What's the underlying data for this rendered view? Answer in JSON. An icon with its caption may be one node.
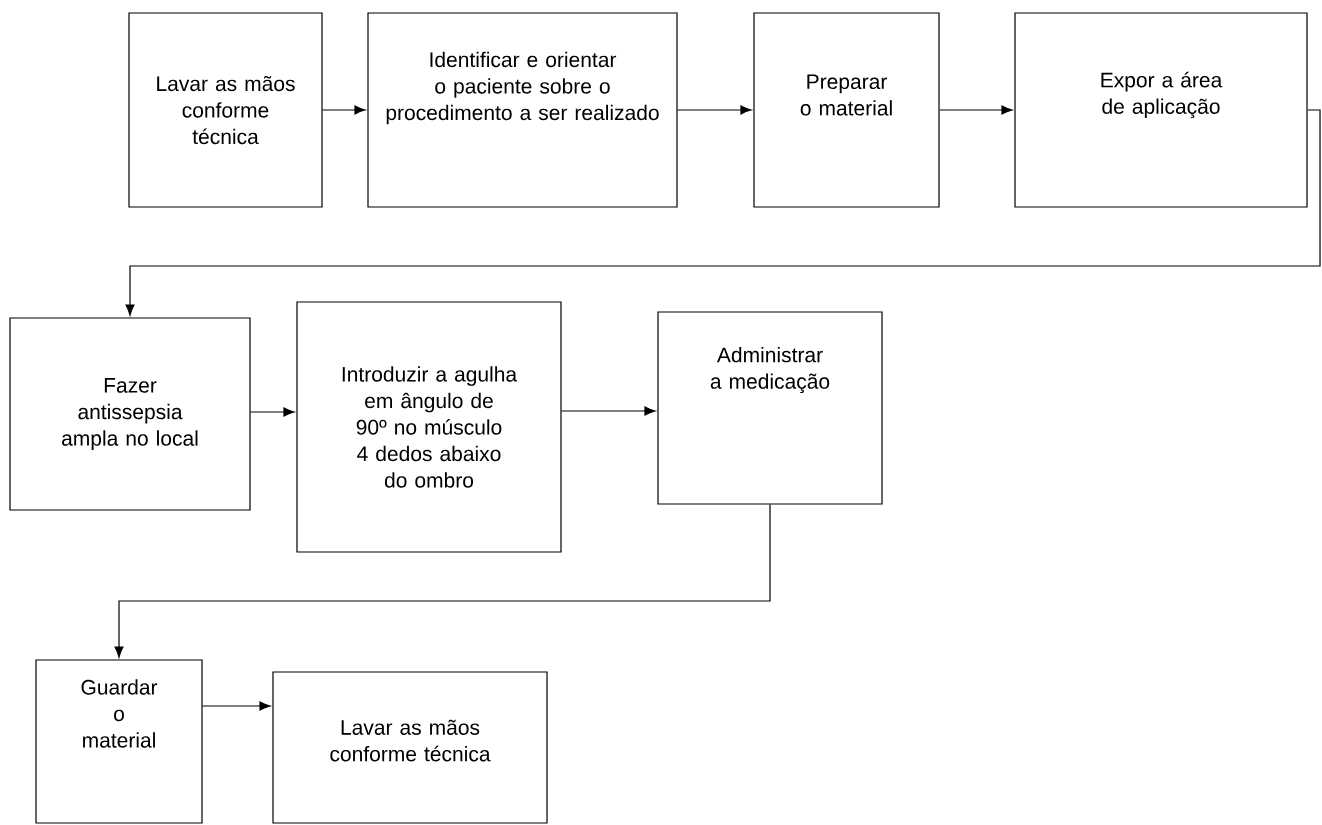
{
  "diagram": {
    "nodes": [
      {
        "text": [
          "Lavar as mãos conforme técnica"
        ]
      },
      {
        "text": [
          "Identificar e orientar o paciente sobre o procedimento a ser realizado"
        ]
      },
      {
        "text": [
          "Preparar o material"
        ]
      },
      {
        "text": [
          "Expor a área de aplicação"
        ]
      },
      {
        "text": [
          "Fazer antissepsia ampla no local"
        ]
      },
      {
        "text": [
          "Introduzir a agulha em ângulo de 90º no músculo 4 dedos abaixo do ombro"
        ]
      },
      {
        "text": [
          "Administrar a medicação"
        ]
      },
      {
        "text": [
          "Guardar o material"
        ]
      },
      {
        "text": [
          "Lavar as mãos conforme técnica"
        ]
      }
    ],
    "edges": [
      {
        "from": 0,
        "to": 1,
        "arrow": "to"
      },
      {
        "from": 1,
        "to": 2,
        "arrow": "to"
      },
      {
        "from": 2,
        "to": 3,
        "arrow": "to"
      },
      {
        "from": 3,
        "to": 4,
        "arrow": "to"
      },
      {
        "from": 4,
        "to": 5,
        "arrow": "to"
      },
      {
        "from": 5,
        "to": 6,
        "arrow": "to"
      },
      {
        "from": 6,
        "to": 7,
        "arrow": "to"
      },
      {
        "from": 7,
        "to": 8,
        "arrow": "to"
      }
    ]
  }
}
